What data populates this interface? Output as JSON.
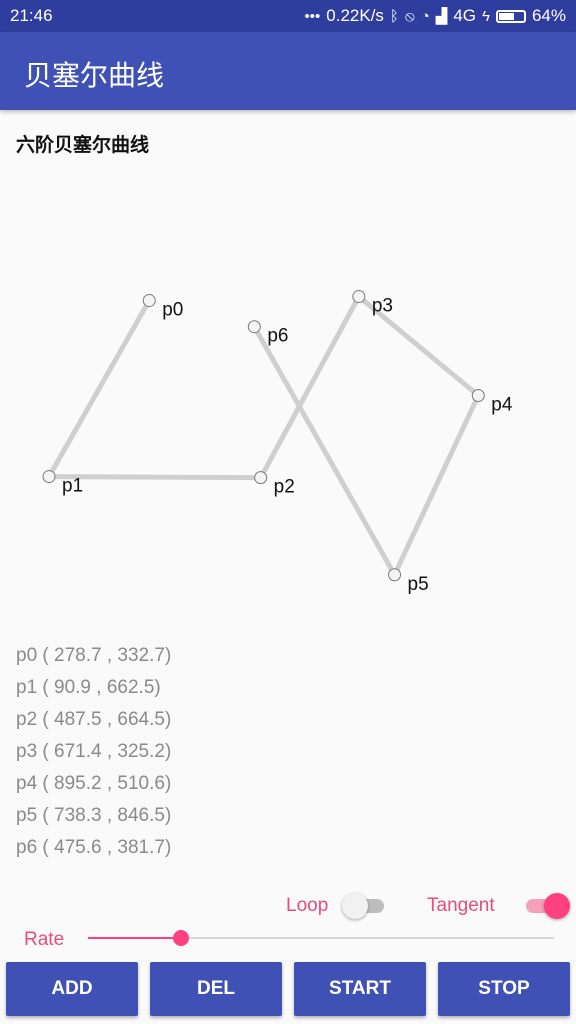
{
  "status": {
    "time": "21:46",
    "more": "•••",
    "speed": "0.22K/s",
    "network": "4G",
    "battery": "64%",
    "battery_level": 0.64
  },
  "app": {
    "title": "贝塞尔曲线"
  },
  "heading": "六阶贝塞尔曲线",
  "points": [
    {
      "label": "p0",
      "x": 278.7,
      "y": 332.7,
      "text": "p0 ( 278.7 , 332.7)"
    },
    {
      "label": "p1",
      "x": 90.9,
      "y": 662.5,
      "text": "p1 ( 90.9 , 662.5)"
    },
    {
      "label": "p2",
      "x": 487.5,
      "y": 664.5,
      "text": "p2 ( 487.5 , 664.5)"
    },
    {
      "label": "p3",
      "x": 671.4,
      "y": 325.2,
      "text": "p3 ( 671.4 , 325.2)"
    },
    {
      "label": "p4",
      "x": 895.2,
      "y": 510.6,
      "text": "p4 ( 895.2 , 510.6)"
    },
    {
      "label": "p5",
      "x": 738.3,
      "y": 846.5,
      "text": "p5 ( 738.3 , 846.5)"
    },
    {
      "label": "p6",
      "x": 475.6,
      "y": 381.7,
      "text": "p6 ( 475.6 , 381.7)"
    }
  ],
  "controls": {
    "loop_label": "Loop",
    "loop_on": false,
    "tangent_label": "Tangent",
    "tangent_on": true,
    "rate_label": "Rate",
    "rate_value": 0.2
  },
  "buttons": {
    "add": "ADD",
    "del": "DEL",
    "start": "START",
    "stop": "STOP"
  },
  "colors": {
    "primary": "#3f51b5",
    "primary_dark": "#2f3e9e",
    "accent": "#ff4081"
  }
}
